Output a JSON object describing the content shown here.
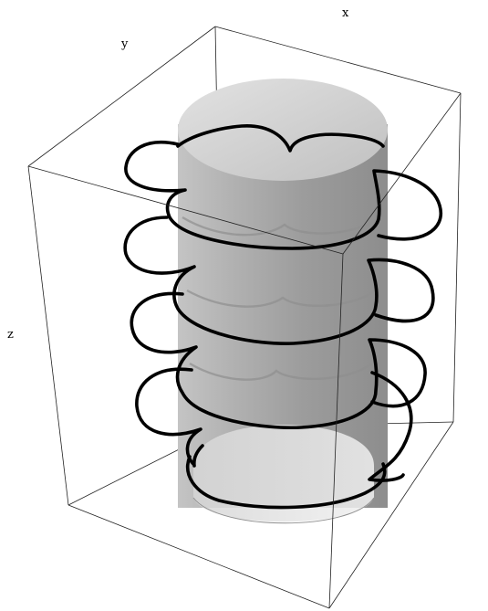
{
  "figure": {
    "type": "3d-parametric-plot",
    "description_elements": [
      "bounding-box",
      "cylinder-surface",
      "helical-epicycloid-curve"
    ],
    "axes": {
      "x_label": "x",
      "y_label": "y",
      "z_label": "z"
    },
    "colors": {
      "background": "#ffffff",
      "box_edges": "#222222",
      "curve": "#000000",
      "cylinder_light": "#d8d8d8",
      "cylinder_mid": "#a8a8a8",
      "cylinder_dark": "#8a8a8a"
    },
    "curve": {
      "loops_visible": 4,
      "lobes_per_turn": 3
    }
  }
}
